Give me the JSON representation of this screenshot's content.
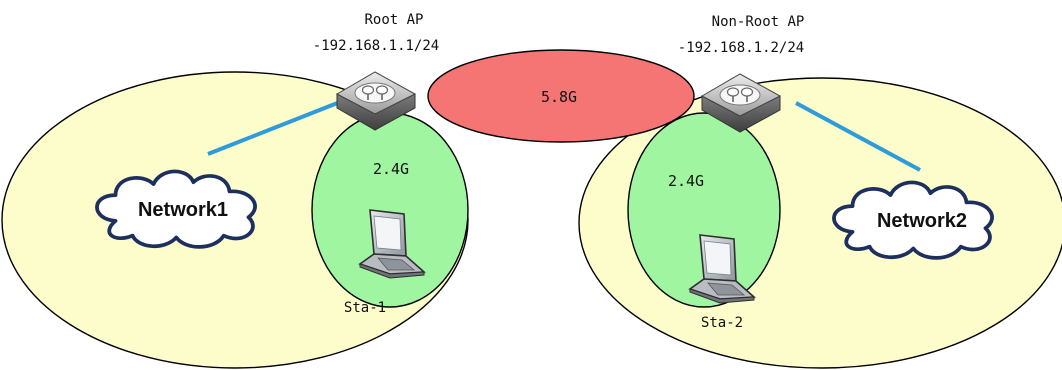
{
  "colors": {
    "coverage_zone": "#FDFCCB",
    "band_2_4g": "#A0F5A0",
    "band_5_8g": "#F57474",
    "uplink": "#2E9BDA",
    "outline": "#000000"
  },
  "root_ap": {
    "name": "Root AP",
    "ip": "-192.168.1.1/24",
    "icon": "access-point-icon"
  },
  "nonroot_ap": {
    "name": "Non-Root AP",
    "ip": "-192.168.1.2/24",
    "icon": "access-point-icon"
  },
  "bridge": {
    "label": "5.8G"
  },
  "left_cell": {
    "band_label": "2.4G"
  },
  "right_cell": {
    "band_label": "2.4G"
  },
  "network1": {
    "label": "Network1",
    "icon": "cloud-icon"
  },
  "network2": {
    "label": "Network2",
    "icon": "cloud-icon"
  },
  "sta1": {
    "label": "Sta-1",
    "icon": "laptop-icon"
  },
  "sta2": {
    "label": "Sta-2",
    "icon": "laptop-icon"
  }
}
